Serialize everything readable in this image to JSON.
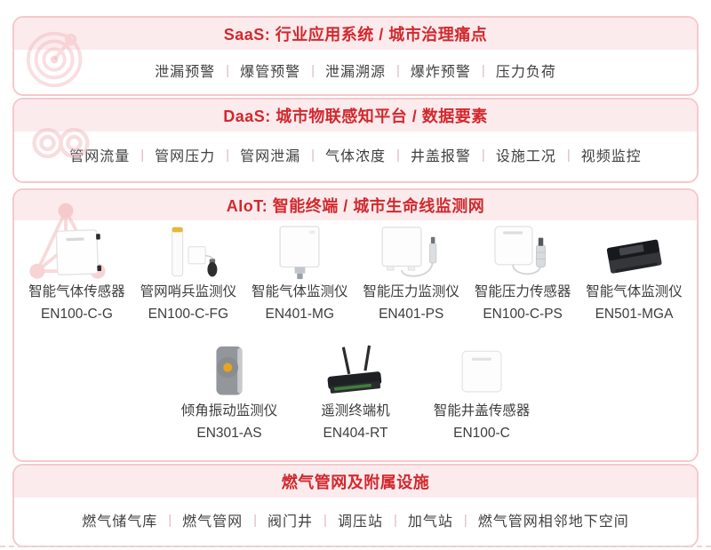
{
  "colors": {
    "accent_red": "#d2292e",
    "panel_border": "#f5c9cc",
    "panel_header_bg": "#fcebed",
    "text_dark": "#3f3f3f",
    "separator_pink": "#debabd",
    "watermark_pink": "#f3b8bb"
  },
  "panels": {
    "saas": {
      "title": "SaaS: 行业应用系统 / 城市治理痛点",
      "watermark_icon": "radar-target-icon",
      "items": [
        "泄漏预警",
        "爆管预警",
        "泄漏溯源",
        "爆炸预警",
        "压力负荷"
      ]
    },
    "daas": {
      "title": "DaaS: 城市物联感知平台 / 数据要素",
      "watermark_icon": "infinity-link-icon",
      "items": [
        "管网流量",
        "管网压力",
        "管网泄漏",
        "气体浓度",
        "井盖报警",
        "设施工况",
        "视频监控"
      ]
    },
    "aiot": {
      "title": "AIoT: 智能终端 / 城市生命线监测网",
      "watermark_icon": "triangle-network-icon",
      "rows": [
        [
          {
            "name": "智能气体传感器",
            "model": "EN100-C-G",
            "icon": "gas-sensor-box"
          },
          {
            "name": "管网哨兵监测仪",
            "model": "EN100-C-FG",
            "icon": "pipeline-sentinel"
          },
          {
            "name": "智能气体监测仪",
            "model": "EN401-MG",
            "icon": "gas-monitor"
          },
          {
            "name": "智能压力监测仪",
            "model": "EN401-PS",
            "icon": "pressure-monitor"
          },
          {
            "name": "智能压力传感器",
            "model": "EN100-C-PS",
            "icon": "pressure-sensor"
          },
          {
            "name": "智能气体监测仪",
            "model": "EN501-MGA",
            "icon": "black-gas-monitor"
          }
        ],
        [
          {
            "name": "倾角振动监测仪",
            "model": "EN301-AS",
            "icon": "tilt-vibration-monitor"
          },
          {
            "name": "遥测终端机",
            "model": "EN404-RT",
            "icon": "telemetry-router"
          },
          {
            "name": "智能井盖传感器",
            "model": "EN100-C",
            "icon": "manhole-sensor"
          }
        ]
      ]
    },
    "facilities": {
      "title": "燃气管网及附属设施",
      "items": [
        "燃气储气库",
        "燃气管网",
        "阀门井",
        "调压站",
        "加气站",
        "燃气管网相邻地下空间"
      ]
    }
  }
}
